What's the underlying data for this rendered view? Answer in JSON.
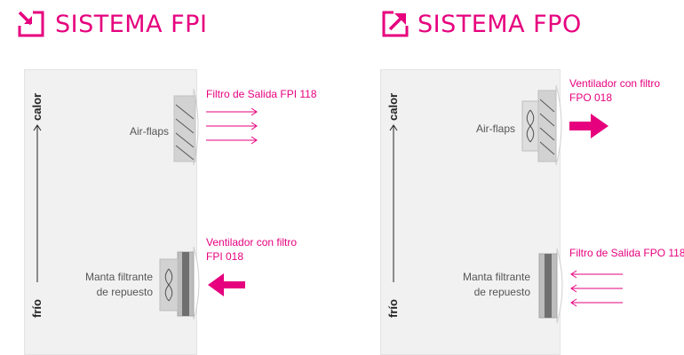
{
  "colors": {
    "accent": "#e6007e",
    "cabinet": "#f1f1f1",
    "device": "#cfcfcf",
    "text": "#555555"
  },
  "left": {
    "title": "SISTEMA FPI",
    "title_icon": "arrow-in-square-icon",
    "axis_top": "calor",
    "axis_bottom": "frío",
    "top_unit_label": "Air-flaps",
    "top_callout": "Filtro de Salida FPI 118",
    "bottom_label_line1": "Manta filtrante",
    "bottom_label_line2": "de repuesto",
    "bottom_callout_line1": "Ventilador con filtro",
    "bottom_callout_line2": "FPI 018"
  },
  "right": {
    "title": "SISTEMA FPO",
    "title_icon": "arrow-out-square-icon",
    "axis_top": "calor",
    "axis_bottom": "frío",
    "top_unit_label": "Air-flaps",
    "top_callout_line1": "Ventilador con filtro",
    "top_callout_line2": "FPO 018",
    "bottom_label_line1": "Manta filtrante",
    "bottom_label_line2": "de repuesto",
    "bottom_callout": "Filtro de Salida FPO 118"
  }
}
